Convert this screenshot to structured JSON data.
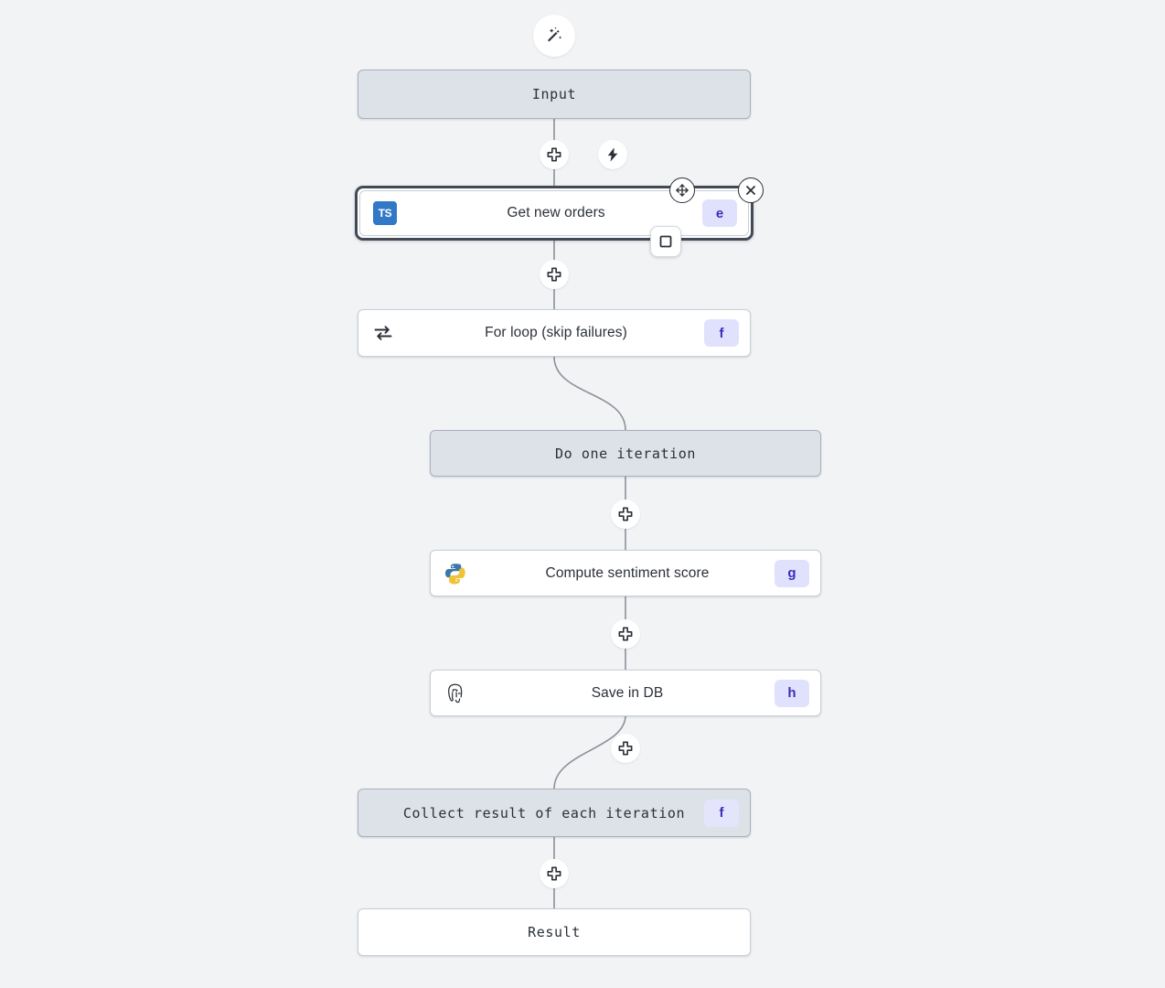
{
  "canvas": {
    "background": "#f2f3f5",
    "accent_badge_bg": "#e0e1fd",
    "accent_badge_fg": "#3b2fb8",
    "shaded_node_bg": "#dde2e9",
    "edge_color": "#8b9099",
    "selected_border": "#434a57",
    "ts_blue": "#3178c6"
  },
  "toolbar": {
    "ai_label": "",
    "ai_icon": "magic-wand-icon"
  },
  "nodes": {
    "input": {
      "label": "Input",
      "style": "shaded",
      "font": "mono"
    },
    "get_new_orders": {
      "label": "Get new orders",
      "badge": "e",
      "icon": "typescript-icon",
      "icon_text": "TS",
      "style": "selected",
      "font": "sans"
    },
    "for_loop": {
      "label": "For loop (skip failures)",
      "badge": "f",
      "icon": "loop-icon",
      "style": "plain",
      "font": "sans"
    },
    "do_one_iteration": {
      "label": "Do one iteration",
      "style": "shaded",
      "font": "mono"
    },
    "compute_sentiment": {
      "label": "Compute sentiment score",
      "badge": "g",
      "icon": "python-icon",
      "style": "plain",
      "font": "sans"
    },
    "save_in_db": {
      "label": "Save in DB",
      "badge": "h",
      "icon": "postgresql-icon",
      "style": "plain",
      "font": "sans"
    },
    "collect_result": {
      "label": "Collect result of each iteration",
      "badge": "f",
      "style": "shaded",
      "font": "mono"
    },
    "result": {
      "label": "Result",
      "style": "plain",
      "font": "mono"
    }
  },
  "buttons": {
    "add_step_1": "add-step-icon",
    "trigger": "lightning-bolt-icon",
    "add_step_2": "add-step-icon",
    "add_step_3": "add-step-icon",
    "add_step_4": "add-step-icon",
    "add_step_5": "add-step-icon",
    "add_step_6": "add-step-icon"
  },
  "selection_controls": {
    "move": "move-handle-icon",
    "close": "close-icon",
    "toggle": "square-toggle-icon"
  }
}
